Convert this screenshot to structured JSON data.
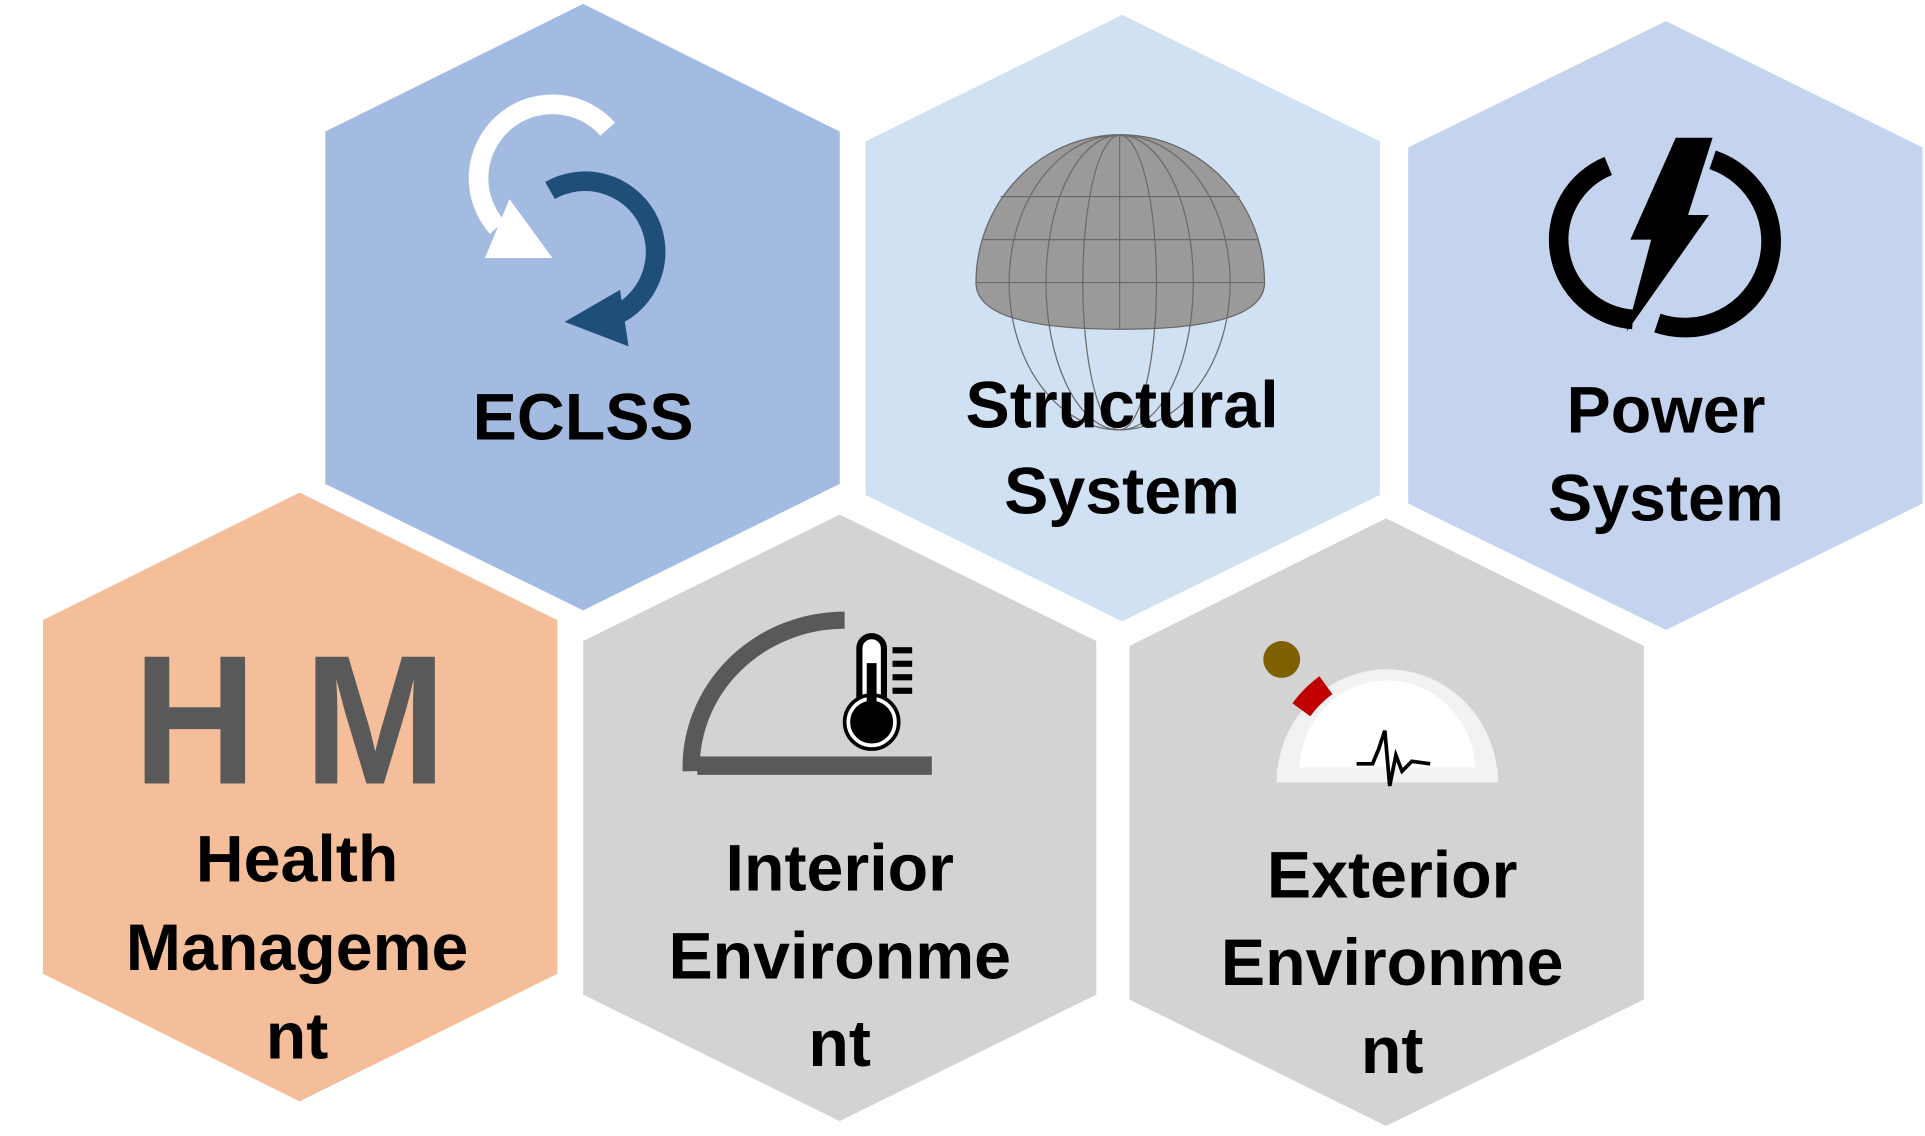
{
  "colors": {
    "eclss": "#A3BAE1",
    "structural": "#CFE1F3",
    "power": "#C5D4EE",
    "health": "#F5BE9A",
    "interior": "#D3D3D3",
    "exterior": "#D3D3D3",
    "icon_dark": "#595959",
    "arrow_blue": "#1F4E79"
  },
  "tiles": {
    "eclss": {
      "lines": [
        "ECLSS"
      ],
      "icon": "recycle-arrows-icon"
    },
    "structural": {
      "lines": [
        "Structural",
        "System"
      ],
      "icon": "dome-icon"
    },
    "power": {
      "lines": [
        "Power",
        "System"
      ],
      "icon": "lightning-power-icon"
    },
    "health": {
      "badge": "H M",
      "lines": [
        "Health",
        "Manageme",
        "nt"
      ]
    },
    "interior": {
      "lines": [
        "Interior",
        "Environme",
        "nt"
      ],
      "icon": "thermometer-icon"
    },
    "exterior": {
      "lines": [
        "Exterior",
        "Environme",
        "nt"
      ],
      "icon": "seismometer-gauge-icon"
    }
  }
}
